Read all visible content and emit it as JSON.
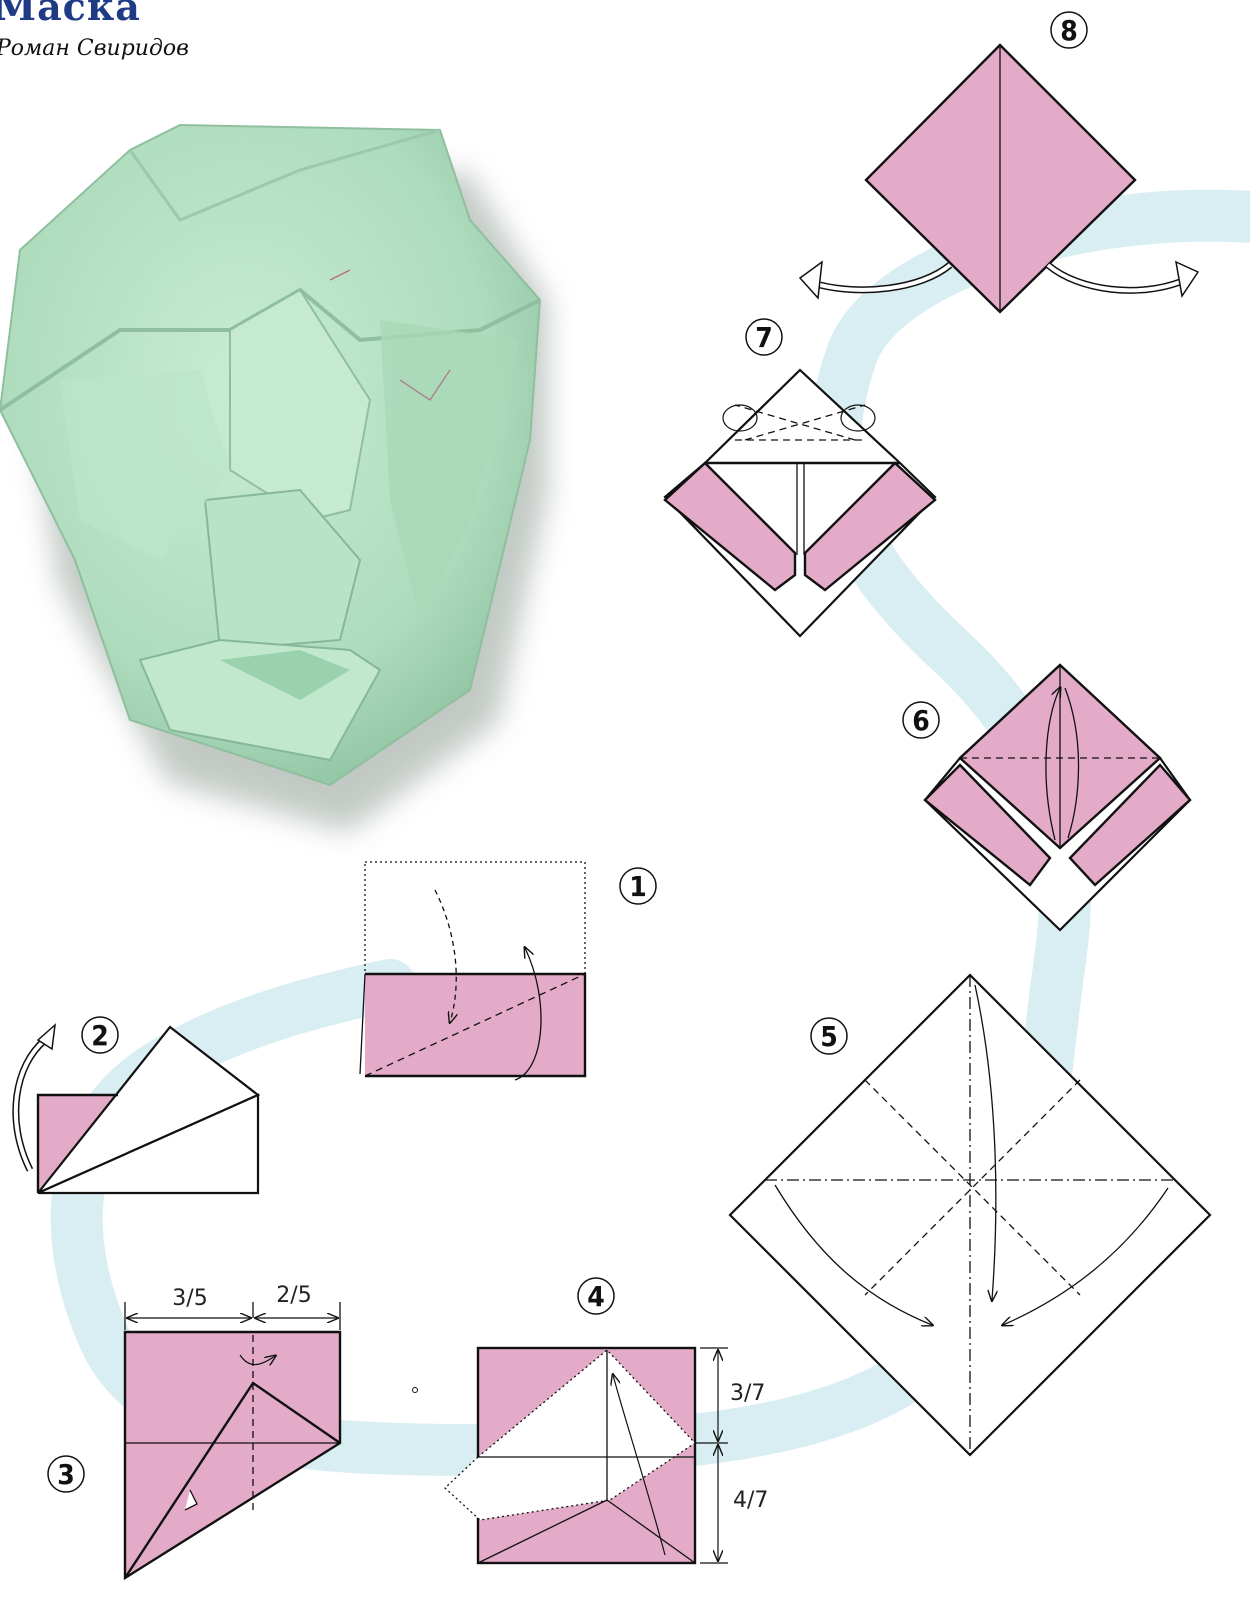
{
  "header": {
    "title": "Маска",
    "author": "Роман Свиридов"
  },
  "photo": {
    "subject": "origami-mask-photo"
  },
  "steps": [
    {
      "number": "1"
    },
    {
      "number": "2"
    },
    {
      "number": "3"
    },
    {
      "number": "4"
    },
    {
      "number": "5"
    },
    {
      "number": "6"
    },
    {
      "number": "7"
    },
    {
      "number": "8"
    }
  ],
  "dimensions": {
    "step3_left": "3/5",
    "step3_right": "2/5",
    "step4_top": "3/7",
    "step4_bottom": "4/7"
  },
  "colors": {
    "paper_color": "#e3abc8",
    "path_band": "#d9eef2",
    "title_color": "#1f3b86",
    "model_green": "#b6e2c2"
  }
}
